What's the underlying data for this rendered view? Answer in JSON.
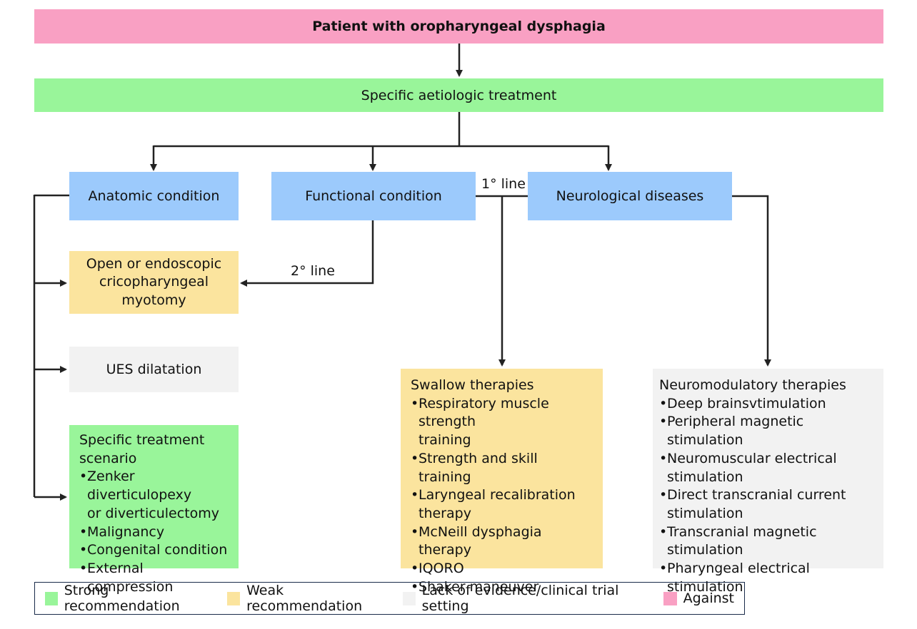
{
  "colors": {
    "against": "#f9a0c3",
    "strong": "#99f59a",
    "condition": "#9ccafc",
    "weak": "#fbe49e",
    "lack_of_evidence": "#f2f2f2"
  },
  "top": "Patient with oropharyngeal dysphagia",
  "aetiologic": "Specific aetiologic treatment",
  "conditions": {
    "anatomic": "Anatomic condition",
    "functional": "Functional condition",
    "neurological": "Neurological diseases"
  },
  "labels": {
    "first_line": "1° line",
    "second_line": "2° line"
  },
  "myotomy": [
    "Open or endoscopic",
    "cricopharyngeal",
    "myotomy"
  ],
  "ues": "UES dilatation",
  "specific": {
    "title": [
      "Specific treatment",
      "scenario"
    ],
    "items": [
      [
        "Zenker diverticulopexy",
        "or diverticulectomy"
      ],
      [
        "Malignancy"
      ],
      [
        "Congenital condition"
      ],
      [
        "External compression"
      ]
    ]
  },
  "swallow": {
    "title": "Swallow therapies",
    "items": [
      [
        "Respiratory muscle strength",
        "training"
      ],
      [
        "Strength and skill training"
      ],
      [
        "Laryngeal recalibration",
        "therapy"
      ],
      [
        "McNeill dysphagia therapy"
      ],
      [
        "IQORO"
      ],
      [
        "Shaker maneuver"
      ]
    ]
  },
  "neuro": {
    "title": "Neuromodulatory therapies",
    "items": [
      [
        "Deep brainsvtimulation"
      ],
      [
        "Peripheral magnetic stimulation"
      ],
      [
        "Neuromuscular electrical",
        "stimulation"
      ],
      [
        "Direct transcranial current",
        "stimulation"
      ],
      [
        "Transcranial magnetic stimulation"
      ],
      [
        "Pharyngeal electrical stimulation"
      ]
    ]
  },
  "legend": {
    "strong": "Strong recommendation",
    "weak": "Weak recommendation",
    "lack": "Lack of evidence/clinical trial setting",
    "against": "Against"
  }
}
